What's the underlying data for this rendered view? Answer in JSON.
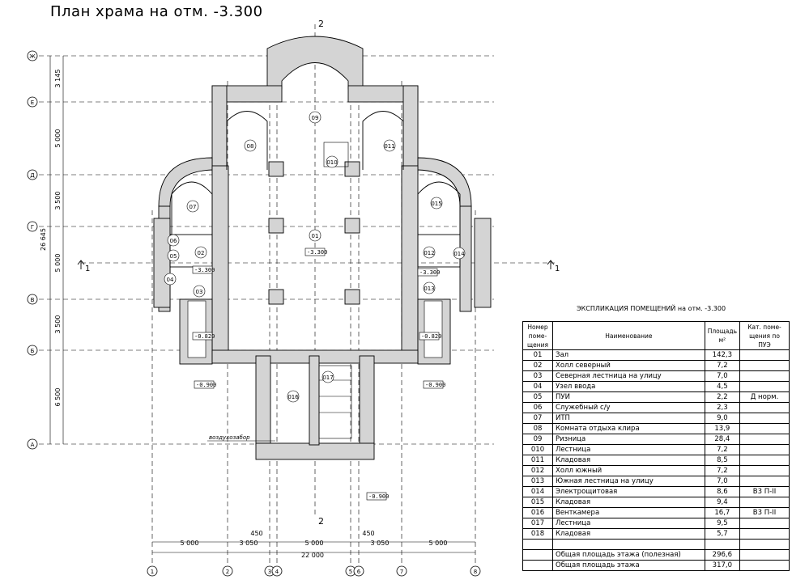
{
  "title": "План  храма на отм. -3.300",
  "axes_letters": [
    "Ж",
    "Е",
    "Д",
    "Г",
    "В",
    "Б",
    "А"
  ],
  "axes_numbers": [
    "1",
    "2",
    "3",
    "4",
    "5",
    "6",
    "7",
    "8"
  ],
  "left_dims": [
    "3 145",
    "5 000",
    "3 500",
    "5 000",
    "3 500",
    "6 500"
  ],
  "left_total": "26 645",
  "bottom_dims": [
    "5 000",
    "3 050",
    "450",
    "5 000",
    "450",
    "3 050",
    "5 000"
  ],
  "bottom_total": "22 000",
  "section_mark": "2",
  "section_side": "1",
  "levels": {
    "main": "-3.300",
    "outer": "-0.900",
    "small": "-0.820"
  },
  "note_air_intake": "воздухозабор",
  "rooms": [
    "01",
    "02",
    "03",
    "04",
    "05",
    "06",
    "07",
    "08",
    "09",
    "010",
    "011",
    "012",
    "013",
    "014",
    "015",
    "016",
    "017"
  ],
  "table": {
    "title": "ЭКСПЛИКАЦИЯ ПОМЕЩЕНИЙ на отм. -3.300",
    "headers": [
      "Номер поме- щения",
      "Наименование",
      "Площадь м²",
      "Кат. поме- щения по ПУЭ"
    ],
    "rows": [
      [
        "01",
        "Зал",
        "142,3",
        ""
      ],
      [
        "02",
        "Холл северный",
        "7,2",
        ""
      ],
      [
        "03",
        "Северная лестница на улицу",
        "7,0",
        ""
      ],
      [
        "04",
        "Узел ввода",
        "4,5",
        ""
      ],
      [
        "05",
        "ПУИ",
        "2,2",
        "Д норм."
      ],
      [
        "06",
        "Служебный с/у",
        "2,3",
        ""
      ],
      [
        "07",
        "ИТП",
        "9,0",
        ""
      ],
      [
        "08",
        "Комната отдыха клира",
        "13,9",
        ""
      ],
      [
        "09",
        "Ризница",
        "28,4",
        ""
      ],
      [
        "010",
        "Лестница",
        "7,2",
        ""
      ],
      [
        "011",
        "Кладовая",
        "8,5",
        ""
      ],
      [
        "012",
        "Холл южный",
        "7,2",
        ""
      ],
      [
        "013",
        "Южная лестница на улицу",
        "7,0",
        ""
      ],
      [
        "014",
        "Электрощитовая",
        "8,6",
        "В3 П-II"
      ],
      [
        "015",
        "Кладовая",
        "9,4",
        ""
      ],
      [
        "016",
        "Венткамера",
        "16,7",
        "В3 П-II"
      ],
      [
        "017",
        "Лестница",
        "9,5",
        ""
      ],
      [
        "018",
        "Кладовая",
        "5,7",
        ""
      ],
      [
        "",
        "",
        "",
        ""
      ],
      [
        "",
        "Общая площадь этажа (полезная)",
        "296,6",
        ""
      ],
      [
        "",
        "Общая площадь этажа",
        "317,0",
        ""
      ]
    ]
  }
}
